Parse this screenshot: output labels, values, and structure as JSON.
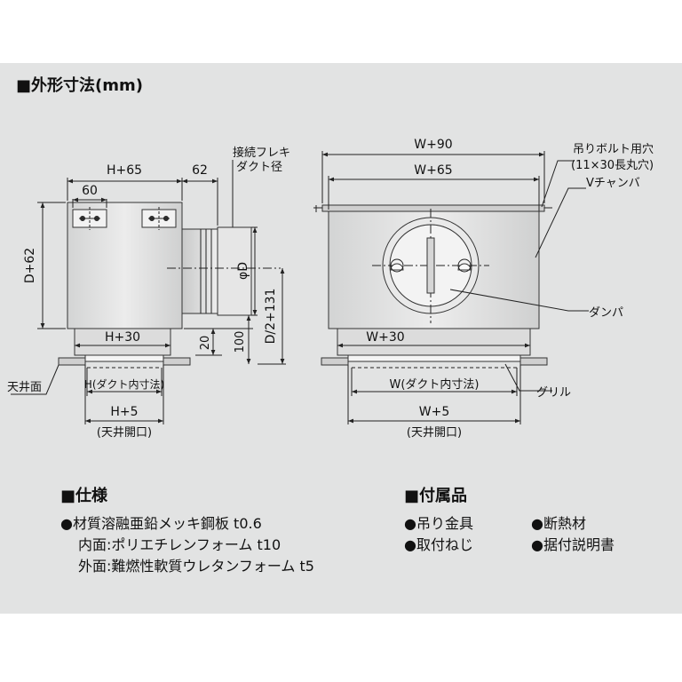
{
  "header": {
    "title": "■外形寸法(mm)"
  },
  "left_view": {
    "h65": "H+65",
    "d62": "62",
    "w60": "60",
    "duct_label_1": "接続フレキ",
    "duct_label_2": "ダクト径",
    "depth": "D+62",
    "phi": "φD",
    "half": "D/2+131",
    "h30": "H+30",
    "n20": "20",
    "n100": "100",
    "inner": "H(ダクト内寸法)",
    "h5": "H+5",
    "opening": "(天井開口)",
    "ceiling": "天井面"
  },
  "right_view": {
    "w90": "W+90",
    "w65": "W+65",
    "bolt_1": "吊りボルト用穴",
    "bolt_2": "(11×30長丸穴)",
    "channel": "Vチャンバ",
    "damper": "ダンパ",
    "w30": "W+30",
    "inner": "W(ダクト内寸法)",
    "grille": "グリル",
    "w5": "W+5",
    "opening": "(天井開口)"
  },
  "spec": {
    "title": "■仕様",
    "line1": "●材質溶融亜鉛メッキ鋼板 t0.6",
    "line2": "内面:ポリエチレンフォーム t10",
    "line3": "外面:難燃性軟質ウレタンフォーム t5"
  },
  "accessories": {
    "title": "■付属品",
    "item1": "●吊り金具",
    "item2": "●断熱材",
    "item3": "●取付ねじ",
    "item4": "●据付説明書"
  }
}
